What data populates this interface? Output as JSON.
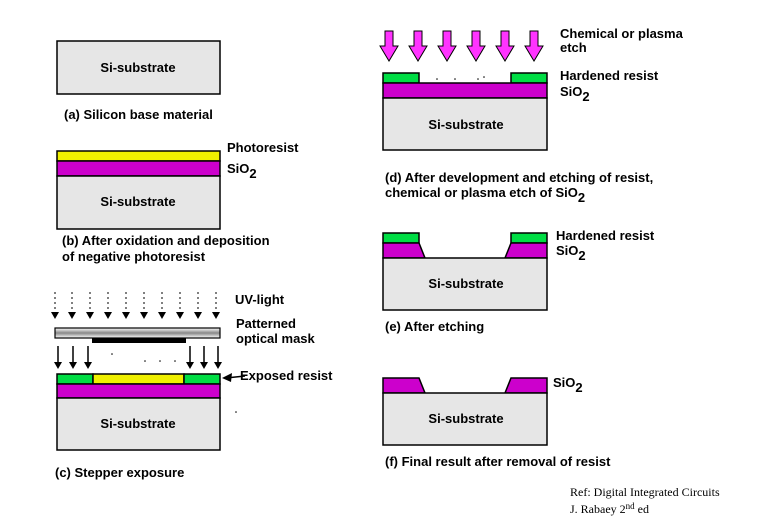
{
  "colors": {
    "substrate": "#e6e6e6",
    "sio2": "#cc00cc",
    "photoresist": "#f0f000",
    "hardened_resist": "#00dd44",
    "etch_arrow": "#ff33ff",
    "mask": "#999999",
    "mask_opaque": "#000000"
  },
  "common": {
    "substrate_label": "Si-substrate",
    "sio2_base": "SiO",
    "sio2_sub": "2"
  },
  "step_a": {
    "caption": "(a) Silicon base material"
  },
  "step_b": {
    "photoresist_label": "Photoresist",
    "caption_line1": "(b) After oxidation and deposition",
    "caption_line2": "of negative photoresist"
  },
  "step_c": {
    "uv_label": "UV-light",
    "mask_label_line1": "Patterned",
    "mask_label_line2": "optical mask",
    "exposed_label": "Exposed resist",
    "caption": "(c) Stepper exposure"
  },
  "step_d": {
    "etch_label_line1": "Chemical or plasma",
    "etch_label_line2": "etch",
    "hardened_label": "Hardened resist",
    "caption_line1": "(d) After development and etching of resist,",
    "caption_line2_base": "chemical or plasma etch of SiO",
    "caption_line2_sub": "2"
  },
  "step_e": {
    "hardened_label": "Hardened resist",
    "caption": "(e) After etching"
  },
  "step_f": {
    "caption": "(f) Final result after removal of resist"
  },
  "reference": {
    "line1": "Ref: Digital Integrated Circuits",
    "line2_base": "J. Rabaey 2",
    "line2_sup": "nd",
    "line2_end": " ed"
  }
}
